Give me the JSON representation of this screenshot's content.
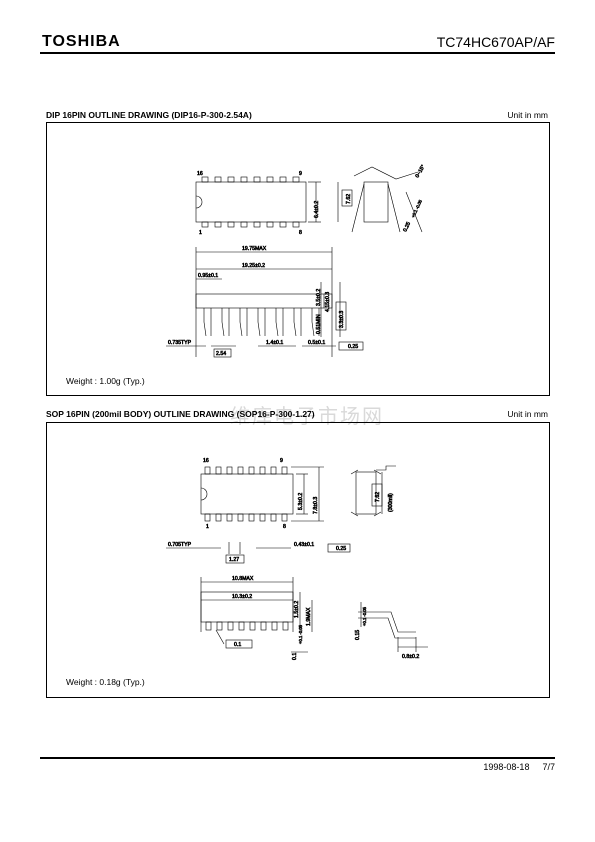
{
  "header": {
    "brand": "TOSHIBA",
    "part_number": "TC74HC670AP/AF"
  },
  "sections": [
    {
      "title": "DIP 16PIN OUTLINE DRAWING (DIP16-P-300-2.54A)",
      "unit": "Unit in mm",
      "weight": "Weight : 1.00g (Typ.)",
      "labels": {
        "pin16": "16",
        "pin9": "9",
        "pin1": "1",
        "pin8": "8",
        "width": "6.4±0.2",
        "row_spacing": "7.62",
        "lead_angle": "0~15°",
        "lead_thk": "0.25",
        "lead_thk_tol": "+0.1 -0.05",
        "len_max": "19.75MAX",
        "len": "19.25±0.2",
        "end_lead": "0.95±0.1",
        "ht1": "3.5±0.2",
        "ht2": "4.15±0.3",
        "standoff": "0.51MIN",
        "lead_len": "3.3±0.3",
        "pitch_typ": "0.735TYP",
        "pitch": "2.54",
        "lead_w1": "1.4±0.1",
        "lead_w2": "0.5±0.1",
        "tol": "0.25"
      }
    },
    {
      "title": "SOP 16PIN (200mil BODY) OUTLINE DRAWING (SOP16-P-300-1.27)",
      "unit": "Unit in mm",
      "weight": "Weight : 0.18g (Typ.)",
      "labels": {
        "pin16": "16",
        "pin9": "9",
        "pin1": "1",
        "pin8": "8",
        "body_w": "5.3±0.2",
        "overall_w": "7.8±0.3",
        "row_spacing": "7.62",
        "row_mil": "(300mil)",
        "pitch_typ": "0.705TYP",
        "pitch": "1.27",
        "lead_w": "0.43±0.1",
        "tol": "0.25",
        "len_max": "10.8MAX",
        "len": "10.3±0.2",
        "ht": "1.5±0.2",
        "ht_max": "1.9MAX",
        "standoff": "0.1",
        "standoff_tol": "+0.1 -0.05",
        "coplanarity": "0.1",
        "lead_thk": "0.15",
        "lead_thk_tol": "+0.1 -0.05",
        "foot": "0.8±0.2"
      }
    }
  ],
  "watermark": "维库电子市场网",
  "footer": {
    "date": "1998-08-18",
    "page": "7/7"
  }
}
